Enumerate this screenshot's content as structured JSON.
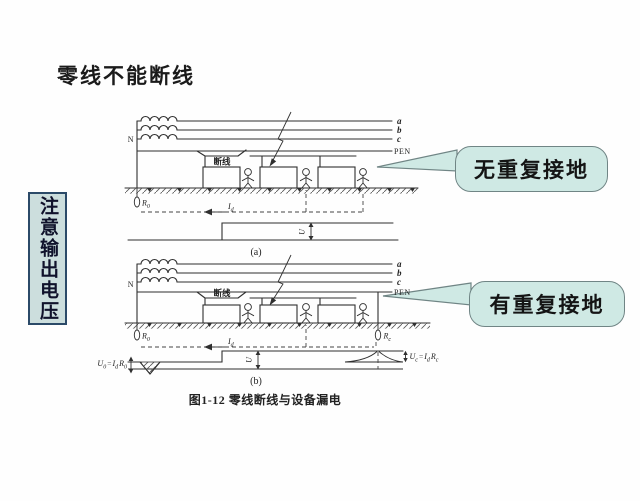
{
  "slide": {
    "title": "零线不能断线",
    "side_note": "注意输出电压",
    "callout_no_regrounding": "无重复接地",
    "callout_with_regrounding": "有重复接地",
    "colors": {
      "callout_fill": "#cfe9e4",
      "callout_border": "#708585",
      "note_fill": "#ccdedd",
      "note_border": "#2b4a68"
    }
  },
  "figure": {
    "caption": "图1-12  零线断线与设备漏电",
    "panel_a_label": "(a)",
    "panel_b_label": "(b)",
    "labels": {
      "neutral_point": "N",
      "phase_a": "a",
      "phase_b": "b",
      "phase_c": "c",
      "pen_line": "PEN",
      "broken_line": "断线",
      "voltage": "U",
      "current_base": "I",
      "current_sub": "d",
      "resistance_base": "R",
      "ground_sub": "0",
      "reground_sub": "c",
      "u_base": "U",
      "equals": "="
    }
  }
}
